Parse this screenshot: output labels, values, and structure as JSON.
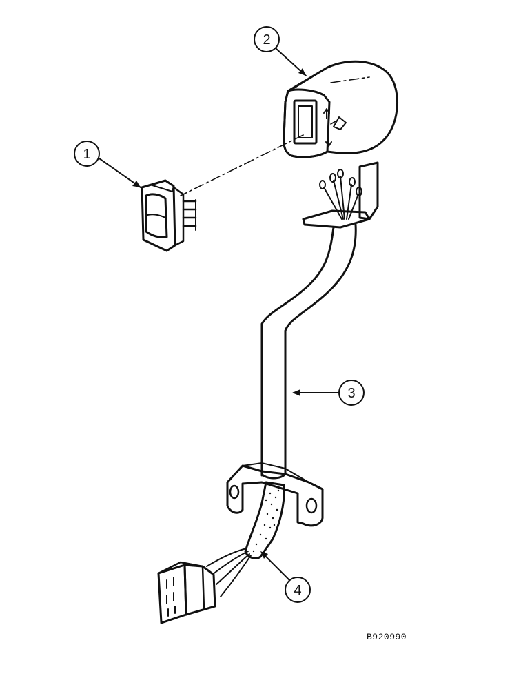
{
  "callouts": [
    {
      "label": "1",
      "part": "rocker-switch"
    },
    {
      "label": "2",
      "part": "control-handle"
    },
    {
      "label": "3",
      "part": "lever-tube"
    },
    {
      "label": "4",
      "part": "wiring-harness"
    }
  ],
  "figure_code": "B920990",
  "colors": {
    "ink": "#111111",
    "paper": "#ffffff"
  }
}
